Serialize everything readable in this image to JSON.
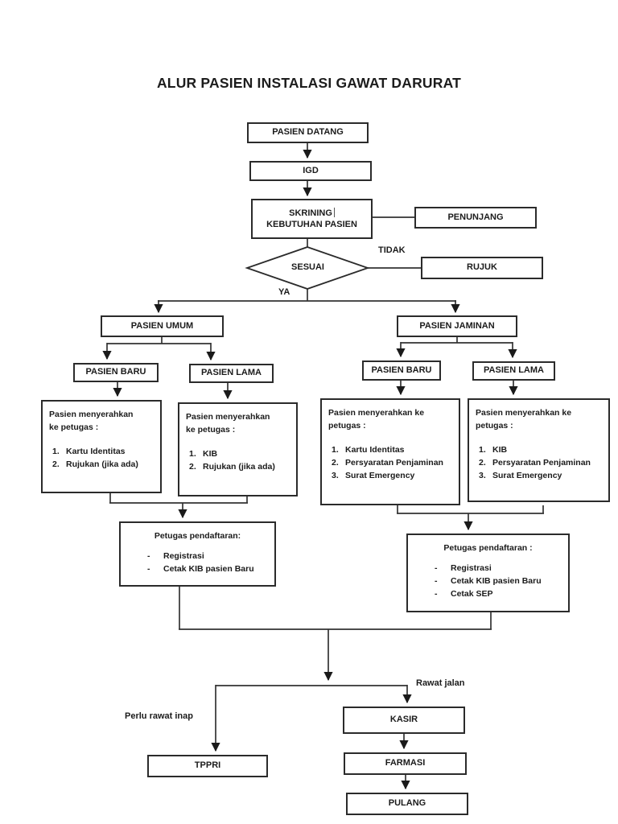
{
  "title": "ALUR PASIEN INSTALASI GAWAT DARURAT",
  "nodes": {
    "pasien_datang": "PASIEN DATANG",
    "igd": "IGD",
    "skrining_line1": "SKRINING",
    "skrining_line2": "KEBUTUHAN PASIEN",
    "penunjang": "PENUNJANG",
    "sesuai": "SESUAI",
    "rujuk": "RUJUK",
    "pasien_umum": "PASIEN UMUM",
    "pasien_jaminan": "PASIEN JAMINAN",
    "umum_baru": "PASIEN BARU",
    "umum_lama": "PASIEN LAMA",
    "jaminan_baru": "PASIEN BARU",
    "jaminan_lama": "PASIEN LAMA",
    "tppri": "TPPRI",
    "kasir": "KASIR",
    "farmasi": "FARMASI",
    "pulang": "PULANG"
  },
  "edge_labels": {
    "tidak": "TIDAK",
    "ya": "YA",
    "rawat_jalan": "Rawat jalan",
    "perlu_rawat_inap": "Perlu rawat inap"
  },
  "detail_boxes": [
    {
      "intro1": "Pasien menyerahkan",
      "intro2": "ke petugas :",
      "items": [
        "Kartu Identitas",
        "Rujukan (jika ada)"
      ]
    },
    {
      "intro1": "Pasien menyerahkan",
      "intro2": "ke petugas :",
      "items": [
        "KIB",
        "Rujukan (jika ada)"
      ]
    },
    {
      "intro1": "Pasien menyerahkan ke",
      "intro2": "petugas :",
      "items": [
        "Kartu Identitas",
        "Persyaratan Penjaminan",
        "Surat Emergency"
      ]
    },
    {
      "intro1": "Pasien menyerahkan ke",
      "intro2": "petugas :",
      "items": [
        "KIB",
        "Persyaratan Penjaminan",
        "Surat Emergency"
      ]
    }
  ],
  "registration_boxes": [
    {
      "title": "Petugas pendaftaran:",
      "items": [
        "Registrasi",
        "Cetak KIB pasien Baru"
      ]
    },
    {
      "title": "Petugas pendaftaran :",
      "items": [
        "Registrasi",
        "Cetak KIB pasien Baru",
        "Cetak SEP"
      ]
    }
  ],
  "colors": {
    "background": "#ffffff",
    "box_border": "#2b2b2b",
    "connector_line": "#333333",
    "text": "#1a1a1a"
  }
}
